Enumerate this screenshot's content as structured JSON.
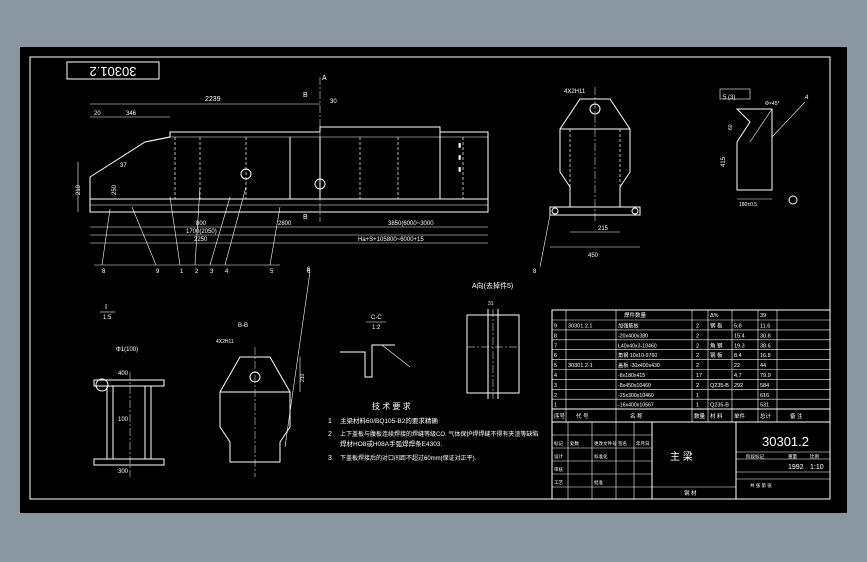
{
  "drawing_number": "30301.2",
  "drawing_number_rotated": "30301.2",
  "part_name": "主 梁",
  "scale": "1:10",
  "year": "1992",
  "main_view": {
    "dim_top": "2239",
    "dim_left": "346",
    "dim_20": "20",
    "dim_30": "30",
    "dim_37": "37",
    "dim_210": "210",
    "dim_250": "250",
    "dim_800": "800",
    "dim_1700": "1700(2050)",
    "dim_2250": "2250",
    "dim_2800": "2800",
    "dim_span": "3850(6000~3000",
    "dim_total": "Ha+S+105800~6000+15",
    "section_b": "B",
    "section_a": "A",
    "balloons": [
      "8",
      "9",
      "1",
      "2",
      "3",
      "4",
      "5",
      "6"
    ]
  },
  "end_view": {
    "label": "4X2H11",
    "dim_215": "215",
    "dim_450": "450",
    "balloon": "8"
  },
  "detail_view": {
    "label": "5 (3)",
    "dim_45": "Φ×45°",
    "dim_415": "415",
    "dim_60": "60",
    "dim_180": "180±0.5",
    "balloon": "4"
  },
  "section_views": {
    "cross_i_label": "Ⅰ",
    "cross_i_ratio": "1:5",
    "cross_i_dim": "Φ1(100)",
    "cross_i_dim2": "400",
    "cross_i_dim3": "100",
    "cross_i_dim4": "300",
    "bb_label": "B-B",
    "bb_sub": "4X2H11",
    "cc_label": "C-C",
    "cc_ratio": "1:2",
    "a_label": "A向(去掉件5)",
    "a_dim": "31",
    "balloon6": "6"
  },
  "tech_requirements": {
    "title": "技 术 要 求",
    "items": [
      {
        "n": "1",
        "text": "主梁材料60/BQ105-B2的要求精确"
      },
      {
        "n": "2",
        "text": "上下盖板与腹板连续焊接的焊缝等级CO. 气体保护焊焊缝不得有夹渣等缺陷"
      },
      {
        "n": "",
        "text": "焊材HO8或H08A手弧焊焊条E4303."
      },
      {
        "n": "3",
        "text": "下盖板焊接后的对口间距不超过60mm(保证对正平)."
      }
    ]
  },
  "bom": {
    "headers": [
      "序号",
      "代 号",
      "名 称",
      "数量",
      "材 料",
      "单件",
      "总计",
      "备 注"
    ],
    "top_header": "焊件数量",
    "top_header2": "Δ%",
    "top_header3": "39",
    "rows": [
      {
        "n": "9",
        "code": "30301.2.1",
        "name": "加强筋板",
        "qty": "2",
        "mat": "钢 板",
        "w1": "5.8",
        "w2": "11.6"
      },
      {
        "n": "8",
        "code": "",
        "name": "-20x400x380",
        "qty": "2",
        "mat": "",
        "w1": "15.4",
        "w2": "30.8"
      },
      {
        "n": "7",
        "code": "",
        "name": "L40x40x3-10460",
        "qty": "2",
        "mat": "角 钢",
        "w1": "19.3",
        "w2": "38.6"
      },
      {
        "n": "6",
        "code": "",
        "name": "角钢  10x10-9760",
        "qty": "2",
        "mat": "钢 板",
        "w1": "8.4",
        "w2": "16.8"
      },
      {
        "n": "5",
        "code": "30301.2-1",
        "name": "盖板 -30x400x430",
        "qty": "2",
        "mat": "",
        "w1": "22",
        "w2": "44"
      },
      {
        "n": "4",
        "code": "",
        "name": "-8x180x415",
        "qty": "17",
        "mat": "",
        "w1": "4.7",
        "w2": "79.9"
      },
      {
        "n": "3",
        "code": "",
        "name": "-8x450x10460",
        "qty": "2",
        "mat": "Q235-B",
        "w1": "292",
        "w2": "584"
      },
      {
        "n": "2",
        "code": "",
        "name": "-25x300x10460",
        "qty": "1",
        "mat": "",
        "w1": "",
        "w2": "616"
      },
      {
        "n": "1",
        "code": "",
        "name": "-16x400x10567",
        "qty": "1",
        "mat": "Q235-B",
        "w1": "",
        "w2": "531"
      }
    ],
    "title_block": {
      "r1": [
        "标记",
        "处数",
        "分区",
        "更改文件号",
        "签名",
        "年月日"
      ],
      "r2": [
        "设计",
        "",
        "标准化",
        ""
      ],
      "r3": [
        "审核",
        ""
      ],
      "r4": [
        "工艺",
        "",
        "批准",
        ""
      ],
      "weight_header": [
        "阶段标记",
        "重量",
        "比例"
      ],
      "bottom_label": "钢 材",
      "sheet_label": "共 张  第 张"
    }
  },
  "colors": {
    "background": "#8b96a3",
    "sheet": "#000000",
    "lines": "#ffffff"
  }
}
